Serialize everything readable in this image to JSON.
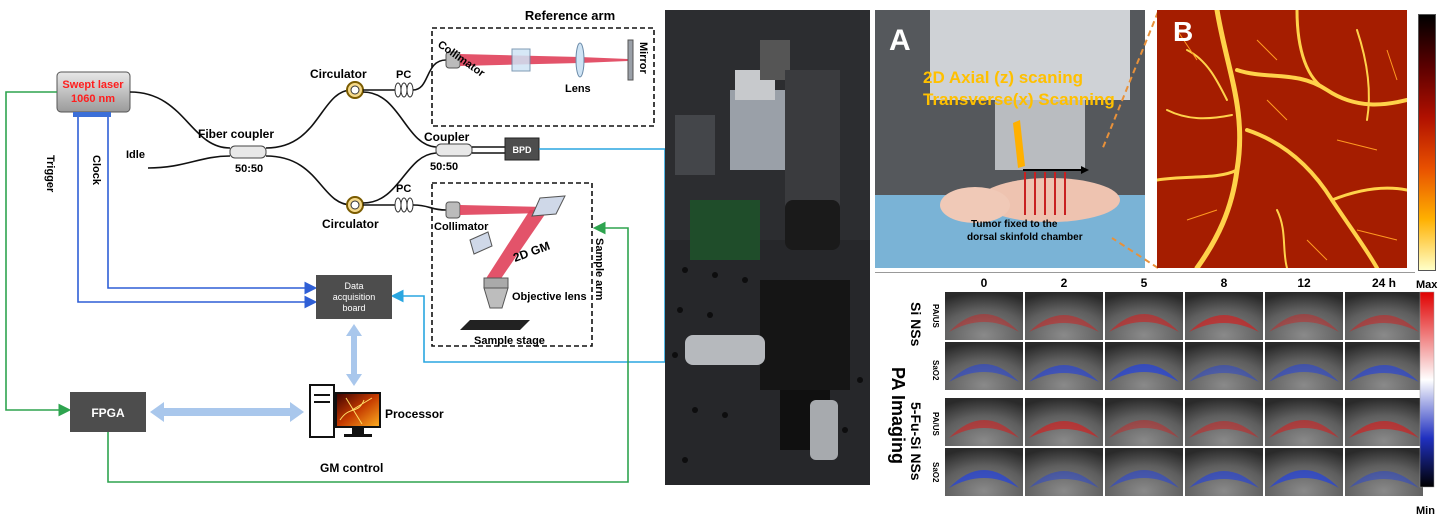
{
  "schematic": {
    "reference_arm": "Reference arm",
    "swept_laser_line1": "Swept laser",
    "swept_laser_line2": "1060 nm",
    "fiber_coupler": "Fiber coupler",
    "fiber_coupler_ratio": "50:50",
    "idle": "Idle",
    "circulator_top": "Circulator",
    "circulator_bottom": "Circulator",
    "pc_top": "PC",
    "pc_bottom": "PC",
    "collimator_top": "Collimator",
    "lens": "Lens",
    "mirror": "Mirror",
    "coupler": "Coupler",
    "coupler_ratio": "50:50",
    "bpd": "BPD",
    "collimator_bottom": "Collimator",
    "gm_2d": "2D GM",
    "objective_lens": "Objective lens",
    "sample_stage": "Sample stage",
    "sample_arm": "Sample arm",
    "trigger": "Trigger",
    "clock": "Clock",
    "daq_line1": "Data",
    "daq_line2": "acquisition",
    "daq_line3": "board",
    "fpga": "FPGA",
    "processor": "Processor",
    "gm_control": "GM control"
  },
  "panel_a": {
    "label": "A",
    "line1": "2D Axial (z) scaning",
    "line2": "Transverse(x) Scanning",
    "tumor_line1": "Tumor fixed to the",
    "tumor_line2": "dorsal skinfold chamber"
  },
  "panel_b": {
    "label": "B"
  },
  "pa_imaging": {
    "title": "PA Imaging",
    "groups": [
      "Si NSs",
      "5-Fu-Si NSs"
    ],
    "row_labels": [
      "PA/US",
      "SaO2",
      "PA/US",
      "SaO2"
    ],
    "timepoints": [
      "0",
      "2",
      "5",
      "8",
      "12",
      "24 h"
    ],
    "scale_max": "Max",
    "scale_min": "Min"
  },
  "colors": {
    "laser_box": "#d81b20",
    "laser_text": "#ff1e1e",
    "trigger_line": "#2ea44f",
    "clock_line": "#2f5fd6",
    "bpd_line": "#2aa6e0",
    "daq_box": "#4d4d4d",
    "beam": "#e0405a",
    "panel_a_text": "#ffc000"
  }
}
